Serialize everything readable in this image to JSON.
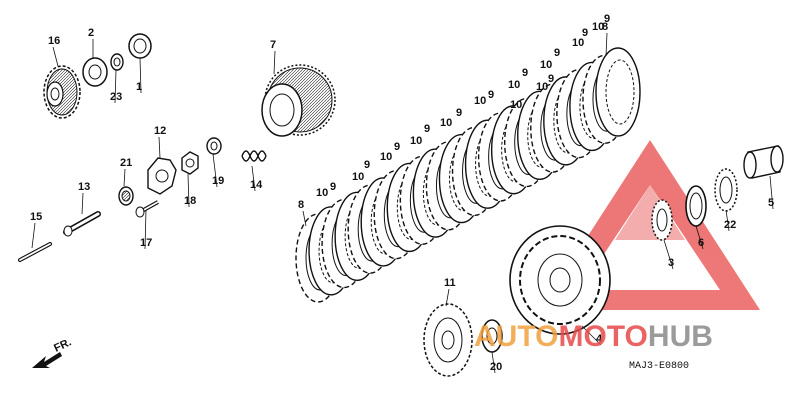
{
  "diagram": {
    "drawing_code": "MAJ3-E0800",
    "direction_label": "FR.",
    "callouts": [
      {
        "id": "c16",
        "label": "16"
      },
      {
        "id": "c2",
        "label": "2"
      },
      {
        "id": "c23",
        "label": "23"
      },
      {
        "id": "c1",
        "label": "1"
      },
      {
        "id": "c7",
        "label": "7"
      },
      {
        "id": "c12",
        "label": "12"
      },
      {
        "id": "c21",
        "label": "21"
      },
      {
        "id": "c18",
        "label": "18"
      },
      {
        "id": "c19",
        "label": "19"
      },
      {
        "id": "c14",
        "label": "14"
      },
      {
        "id": "c13",
        "label": "13"
      },
      {
        "id": "c15",
        "label": "15"
      },
      {
        "id": "c17",
        "label": "17"
      },
      {
        "id": "c8a",
        "label": "8"
      },
      {
        "id": "c8b",
        "label": "8"
      },
      {
        "id": "c11",
        "label": "11"
      },
      {
        "id": "c20",
        "label": "20"
      },
      {
        "id": "c4",
        "label": "4"
      },
      {
        "id": "c3",
        "label": "3"
      },
      {
        "id": "c6",
        "label": "6"
      },
      {
        "id": "c22",
        "label": "22"
      },
      {
        "id": "c5",
        "label": "5"
      },
      {
        "id": "p1",
        "label": "10"
      },
      {
        "id": "p2",
        "label": "9"
      },
      {
        "id": "p3",
        "label": "10"
      },
      {
        "id": "p4",
        "label": "9"
      },
      {
        "id": "p5",
        "label": "10"
      },
      {
        "id": "p6",
        "label": "9"
      },
      {
        "id": "p7",
        "label": "10"
      },
      {
        "id": "p8",
        "label": "9"
      },
      {
        "id": "p9",
        "label": "10"
      },
      {
        "id": "p10",
        "label": "9"
      },
      {
        "id": "p11",
        "label": "10"
      },
      {
        "id": "p12",
        "label": "9"
      },
      {
        "id": "p13",
        "label": "10"
      },
      {
        "id": "p14",
        "label": "9"
      },
      {
        "id": "p15",
        "label": "10"
      },
      {
        "id": "p16",
        "label": "9"
      },
      {
        "id": "p17",
        "label": "10"
      },
      {
        "id": "p18",
        "label": "9"
      },
      {
        "id": "p19",
        "label": "10"
      },
      {
        "id": "p20",
        "label": "9"
      },
      {
        "id": "p21",
        "label": "10"
      },
      {
        "id": "p22",
        "label": "9"
      },
      {
        "id": "p23",
        "label": "10"
      }
    ]
  },
  "watermark": {
    "part1": "AUTO",
    "part2": "MOTO",
    "part3": "HUB",
    "color_red": "#e84a4a",
    "color_orange": "#f2a03d",
    "color_grey": "#8a8a8a"
  }
}
